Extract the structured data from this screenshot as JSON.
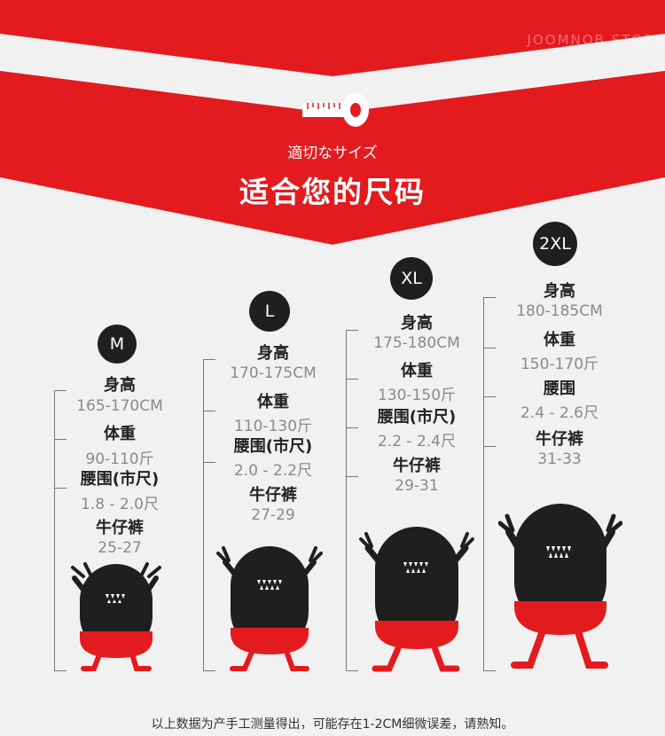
{
  "header": {
    "subtitle": "適切なサイズ",
    "title": "适合您的尺码",
    "watermark": "JOOMNOB STORE",
    "accent_color": "#e5161b",
    "tape_icon": "measuring-tape-icon"
  },
  "sizes": [
    {
      "name": "M",
      "rows": [
        {
          "label": "身高",
          "value": "165-170CM"
        },
        {
          "label": "体重",
          "value": "90-110斤"
        },
        {
          "label": "腰围(市尺)",
          "value": "1.8 - 2.0尺"
        },
        {
          "label": "牛仔裤",
          "value": "25-27"
        }
      ]
    },
    {
      "name": "L",
      "rows": [
        {
          "label": "身高",
          "value": "170-175CM"
        },
        {
          "label": "体重",
          "value": "110-130斤"
        },
        {
          "label": "腰围(市尺)",
          "value": "2.0 - 2.2尺"
        },
        {
          "label": "牛仔裤",
          "value": "27-29"
        }
      ]
    },
    {
      "name": "XL",
      "rows": [
        {
          "label": "身高",
          "value": "175-180CM"
        },
        {
          "label": "体重",
          "value": "130-150斤"
        },
        {
          "label": "腰围(市尺)",
          "value": "2.2 - 2.4尺"
        },
        {
          "label": "牛仔裤",
          "value": "29-31"
        }
      ]
    },
    {
      "name": "2XL",
      "rows": [
        {
          "label": "身高",
          "value": "180-185CM"
        },
        {
          "label": "体重",
          "value": "150-170斤"
        },
        {
          "label": "腰围",
          "value": "2.4 - 2.6尺"
        },
        {
          "label": "牛仔裤",
          "value": "31-33"
        }
      ]
    }
  ],
  "footer": {
    "note": "以上数据为产手工测量得出，可能存在1-2CM细微误差，请熟知。"
  }
}
